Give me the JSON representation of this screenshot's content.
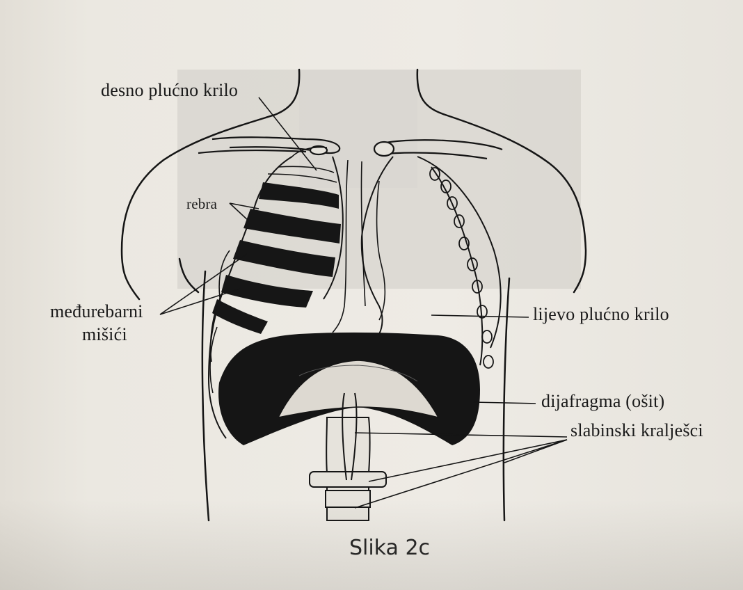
{
  "labels": {
    "right_lung": "desno plućno krilo",
    "ribs": "rebra",
    "intercostal_line1": "međurebarni",
    "intercostal_line2": "mišići",
    "left_lung": "lijevo plućno krilo",
    "diaphragm": "dijafragma (ošit)",
    "lumbar_vertebrae": "slabinski kralješci"
  },
  "caption": "Slika 2c"
}
